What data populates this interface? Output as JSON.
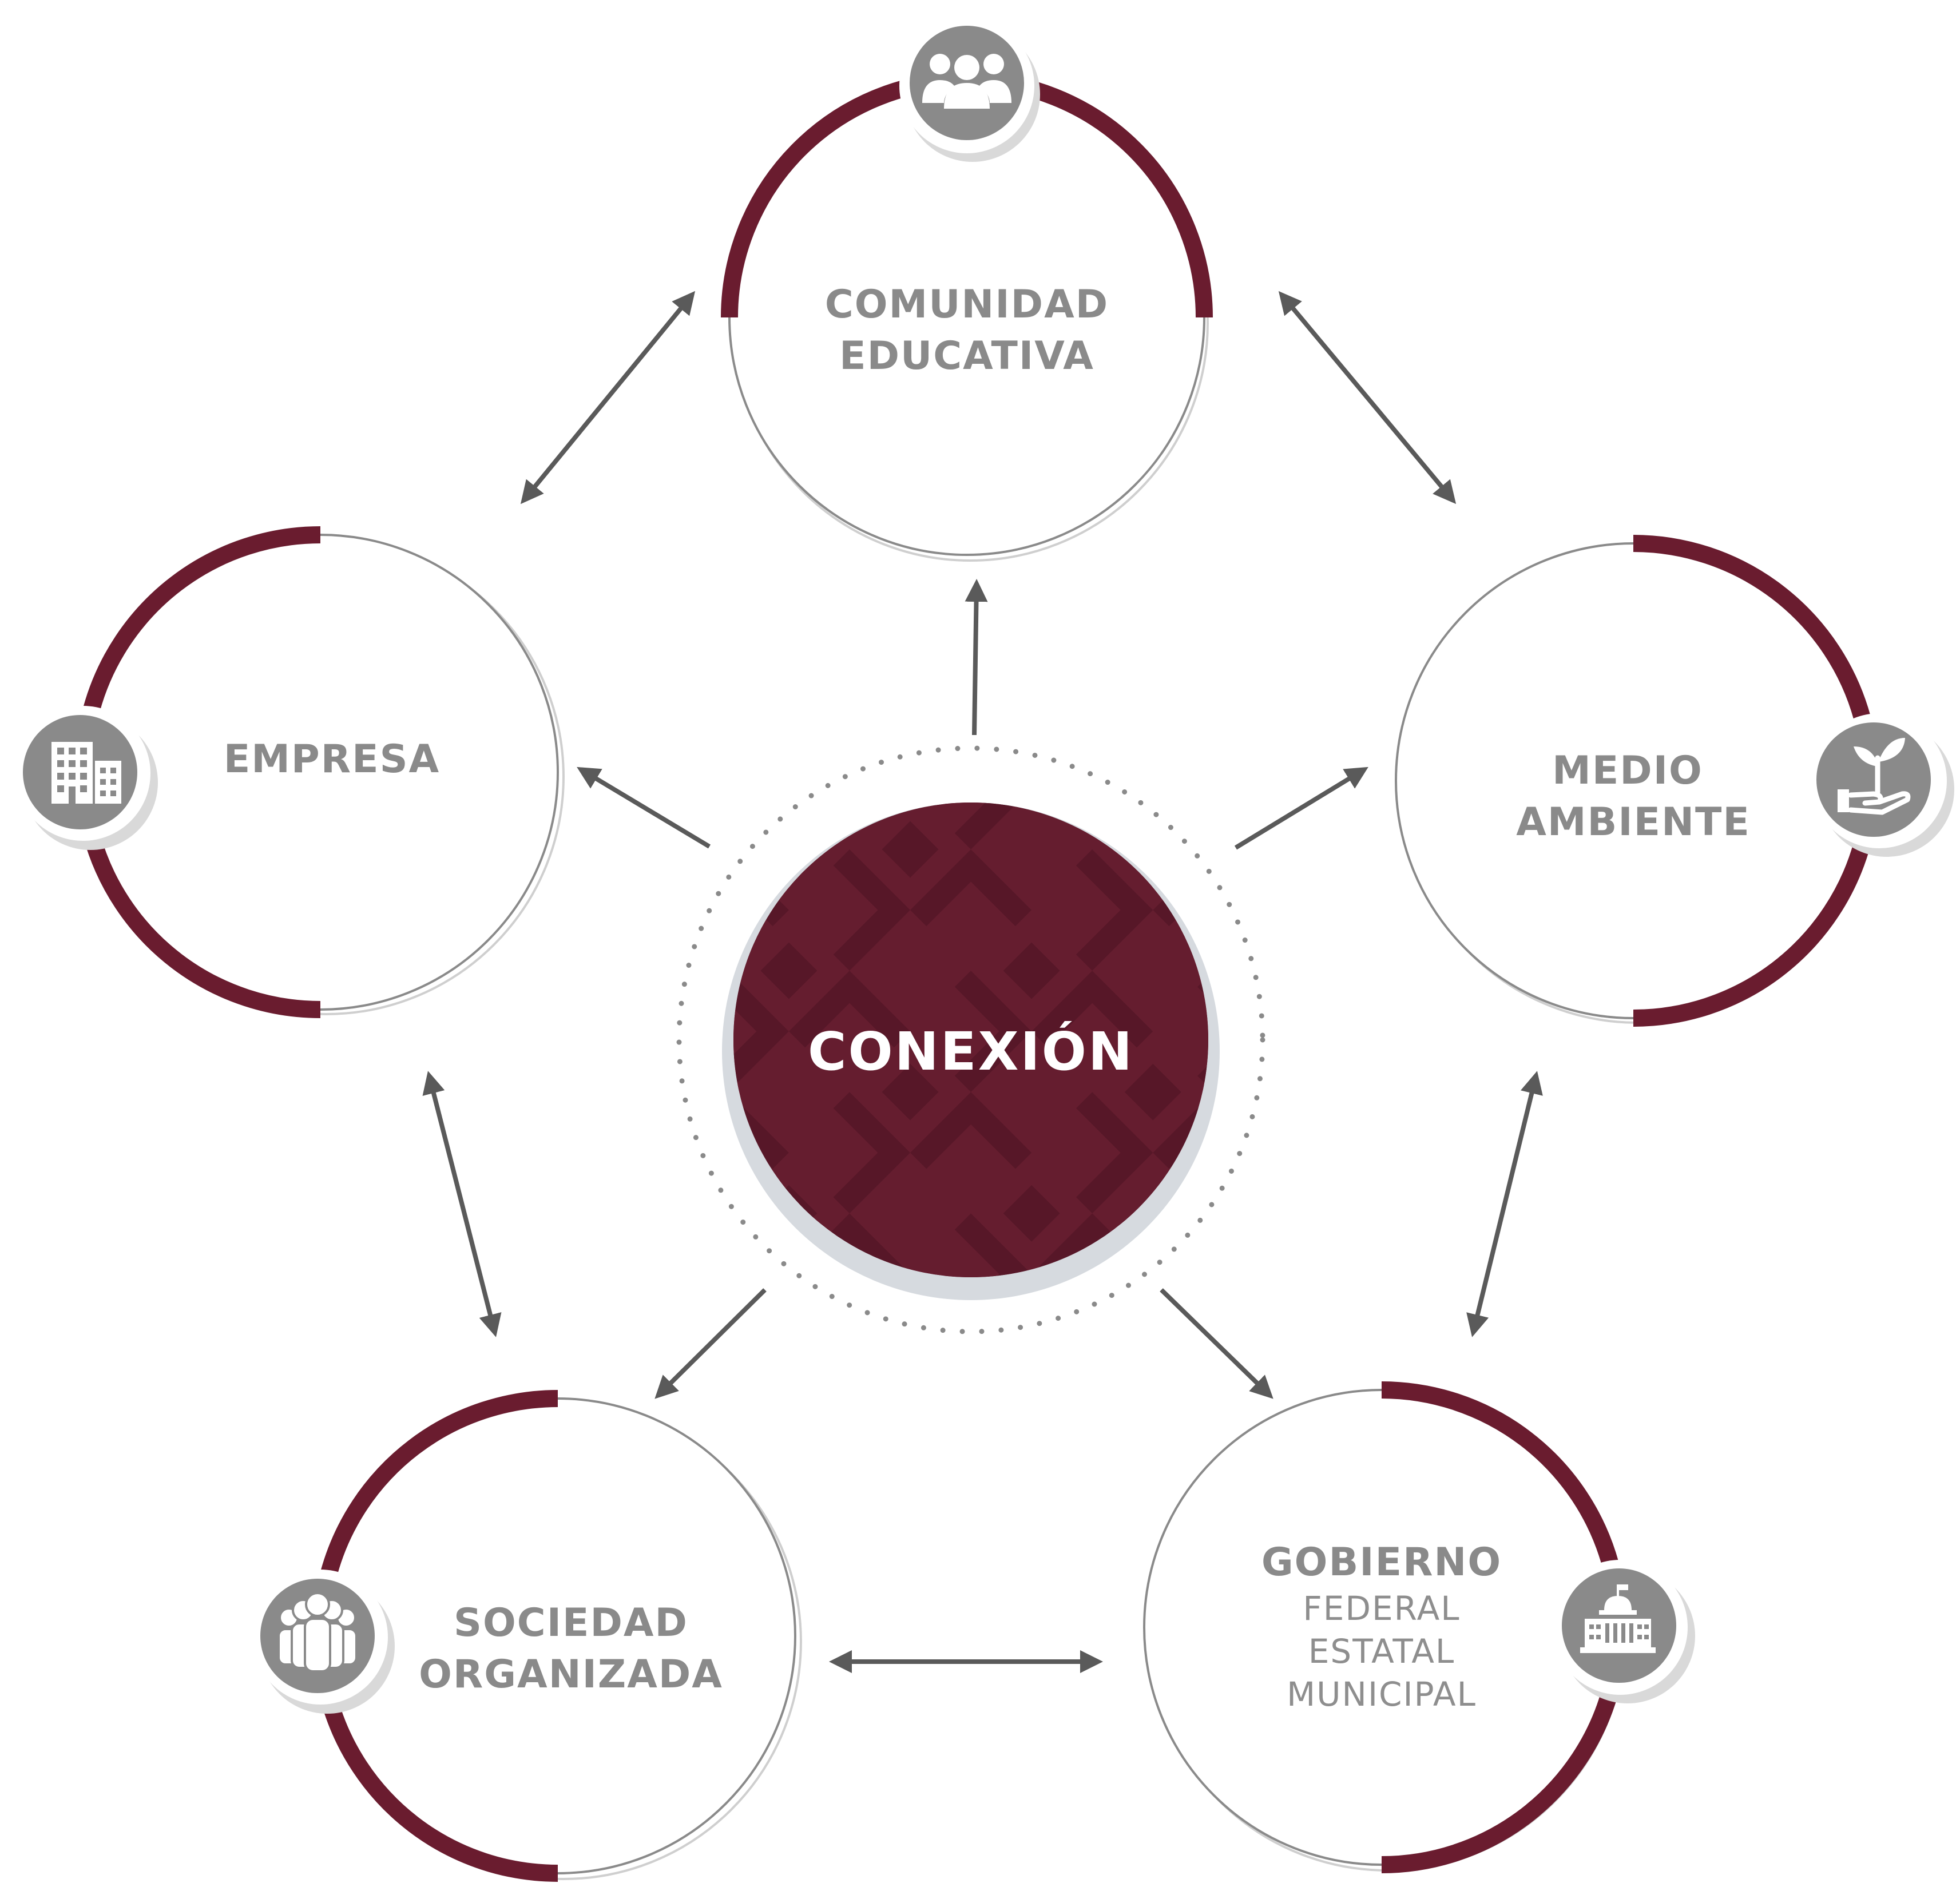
{
  "center": {
    "label": "CONEXIÓN"
  },
  "nodes": {
    "comunidad": {
      "line1": "COMUNIDAD",
      "line2": "EDUCATIVA",
      "icon": "group-icon"
    },
    "empresa": {
      "line1": "EMPRESA",
      "icon": "building-icon"
    },
    "medio": {
      "line1": "MEDIO",
      "line2": "AMBIENTE",
      "icon": "plant-hand-icon"
    },
    "sociedad": {
      "line1": "SOCIEDAD",
      "line2": "ORGANIZADA",
      "icon": "crowd-icon"
    },
    "gobierno": {
      "line1": "GOBIERNO",
      "line2": "FEDERAL",
      "line3": "ESTATAL",
      "line4": "MUNICIPAL",
      "icon": "government-building-icon"
    }
  },
  "colors": {
    "accent": "#6a1c2f",
    "gray": "#8a8a8a",
    "arrow": "#5a5a5a",
    "ring": "#aaaaaa"
  }
}
